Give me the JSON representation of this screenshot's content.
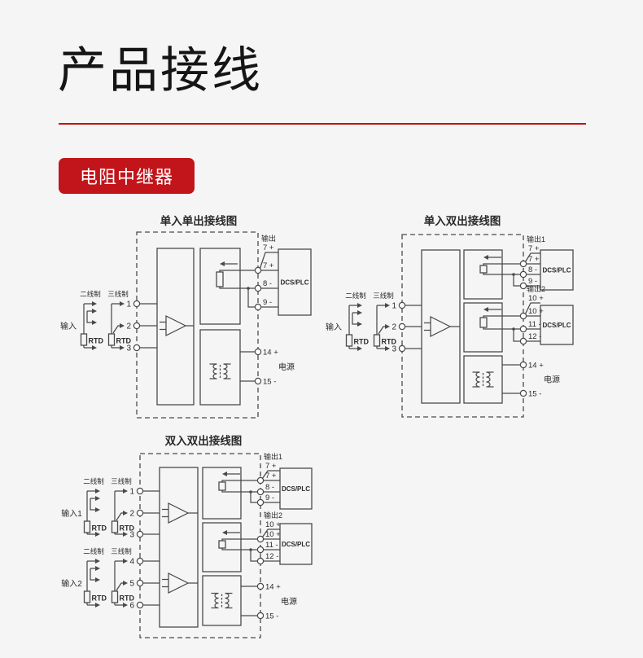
{
  "page": {
    "background": "#f5f5f5"
  },
  "header": {
    "title": "产品接线"
  },
  "badge": {
    "label": "电阻中继器"
  },
  "colors": {
    "accent_red": "#c2151b",
    "rule_red": "#cc0000",
    "line": "#4a4a4a",
    "text": "#2b2b2b"
  },
  "diagrams": [
    {
      "title": "单入单出接线图",
      "inputs": [
        {
          "label": "输入",
          "two_wire": "二线制",
          "three_wire": "三线制",
          "rtd": "RTD",
          "terminals": [
            "1",
            "2",
            "3"
          ]
        }
      ],
      "outputs": [
        {
          "label": "输出",
          "terminals": [
            "7 +",
            "7 +",
            "8 -",
            "9 -"
          ],
          "device": "DCS/PLC"
        }
      ],
      "power": {
        "label": "电源",
        "terminals": [
          "14 +",
          "15 -"
        ]
      }
    },
    {
      "title": "单入双出接线图",
      "inputs": [
        {
          "label": "输入",
          "two_wire": "二线制",
          "three_wire": "三线制",
          "rtd": "RTD",
          "terminals": [
            "1",
            "2",
            "3"
          ]
        }
      ],
      "outputs": [
        {
          "label": "输出1",
          "terminals": [
            "7 +",
            "7 +",
            "8 -",
            "9 -"
          ],
          "device": "DCS/PLC"
        },
        {
          "label": "输出2",
          "terminals": [
            "10 +",
            "10 +",
            "11 -",
            "12 -"
          ],
          "device": "DCS/PLC"
        }
      ],
      "power": {
        "label": "电源",
        "terminals": [
          "14 +",
          "15 -"
        ]
      }
    },
    {
      "title": "双入双出接线图",
      "inputs": [
        {
          "label": "输入1",
          "two_wire": "二线制",
          "three_wire": "三线制",
          "rtd": "RTD",
          "terminals": [
            "1",
            "2",
            "3"
          ]
        },
        {
          "label": "输入2",
          "two_wire": "二线制",
          "three_wire": "三线制",
          "rtd": "RTD",
          "terminals": [
            "4",
            "5",
            "6"
          ]
        }
      ],
      "outputs": [
        {
          "label": "输出1",
          "terminals": [
            "7 +",
            "7 +",
            "8 -",
            "9 -"
          ],
          "device": "DCS/PLC"
        },
        {
          "label": "输出2",
          "terminals": [
            "10 +",
            "10 +",
            "11 -",
            "12 -"
          ],
          "device": "DCS/PLC"
        }
      ],
      "power": {
        "label": "电源",
        "terminals": [
          "14 +",
          "15 -"
        ]
      }
    }
  ]
}
